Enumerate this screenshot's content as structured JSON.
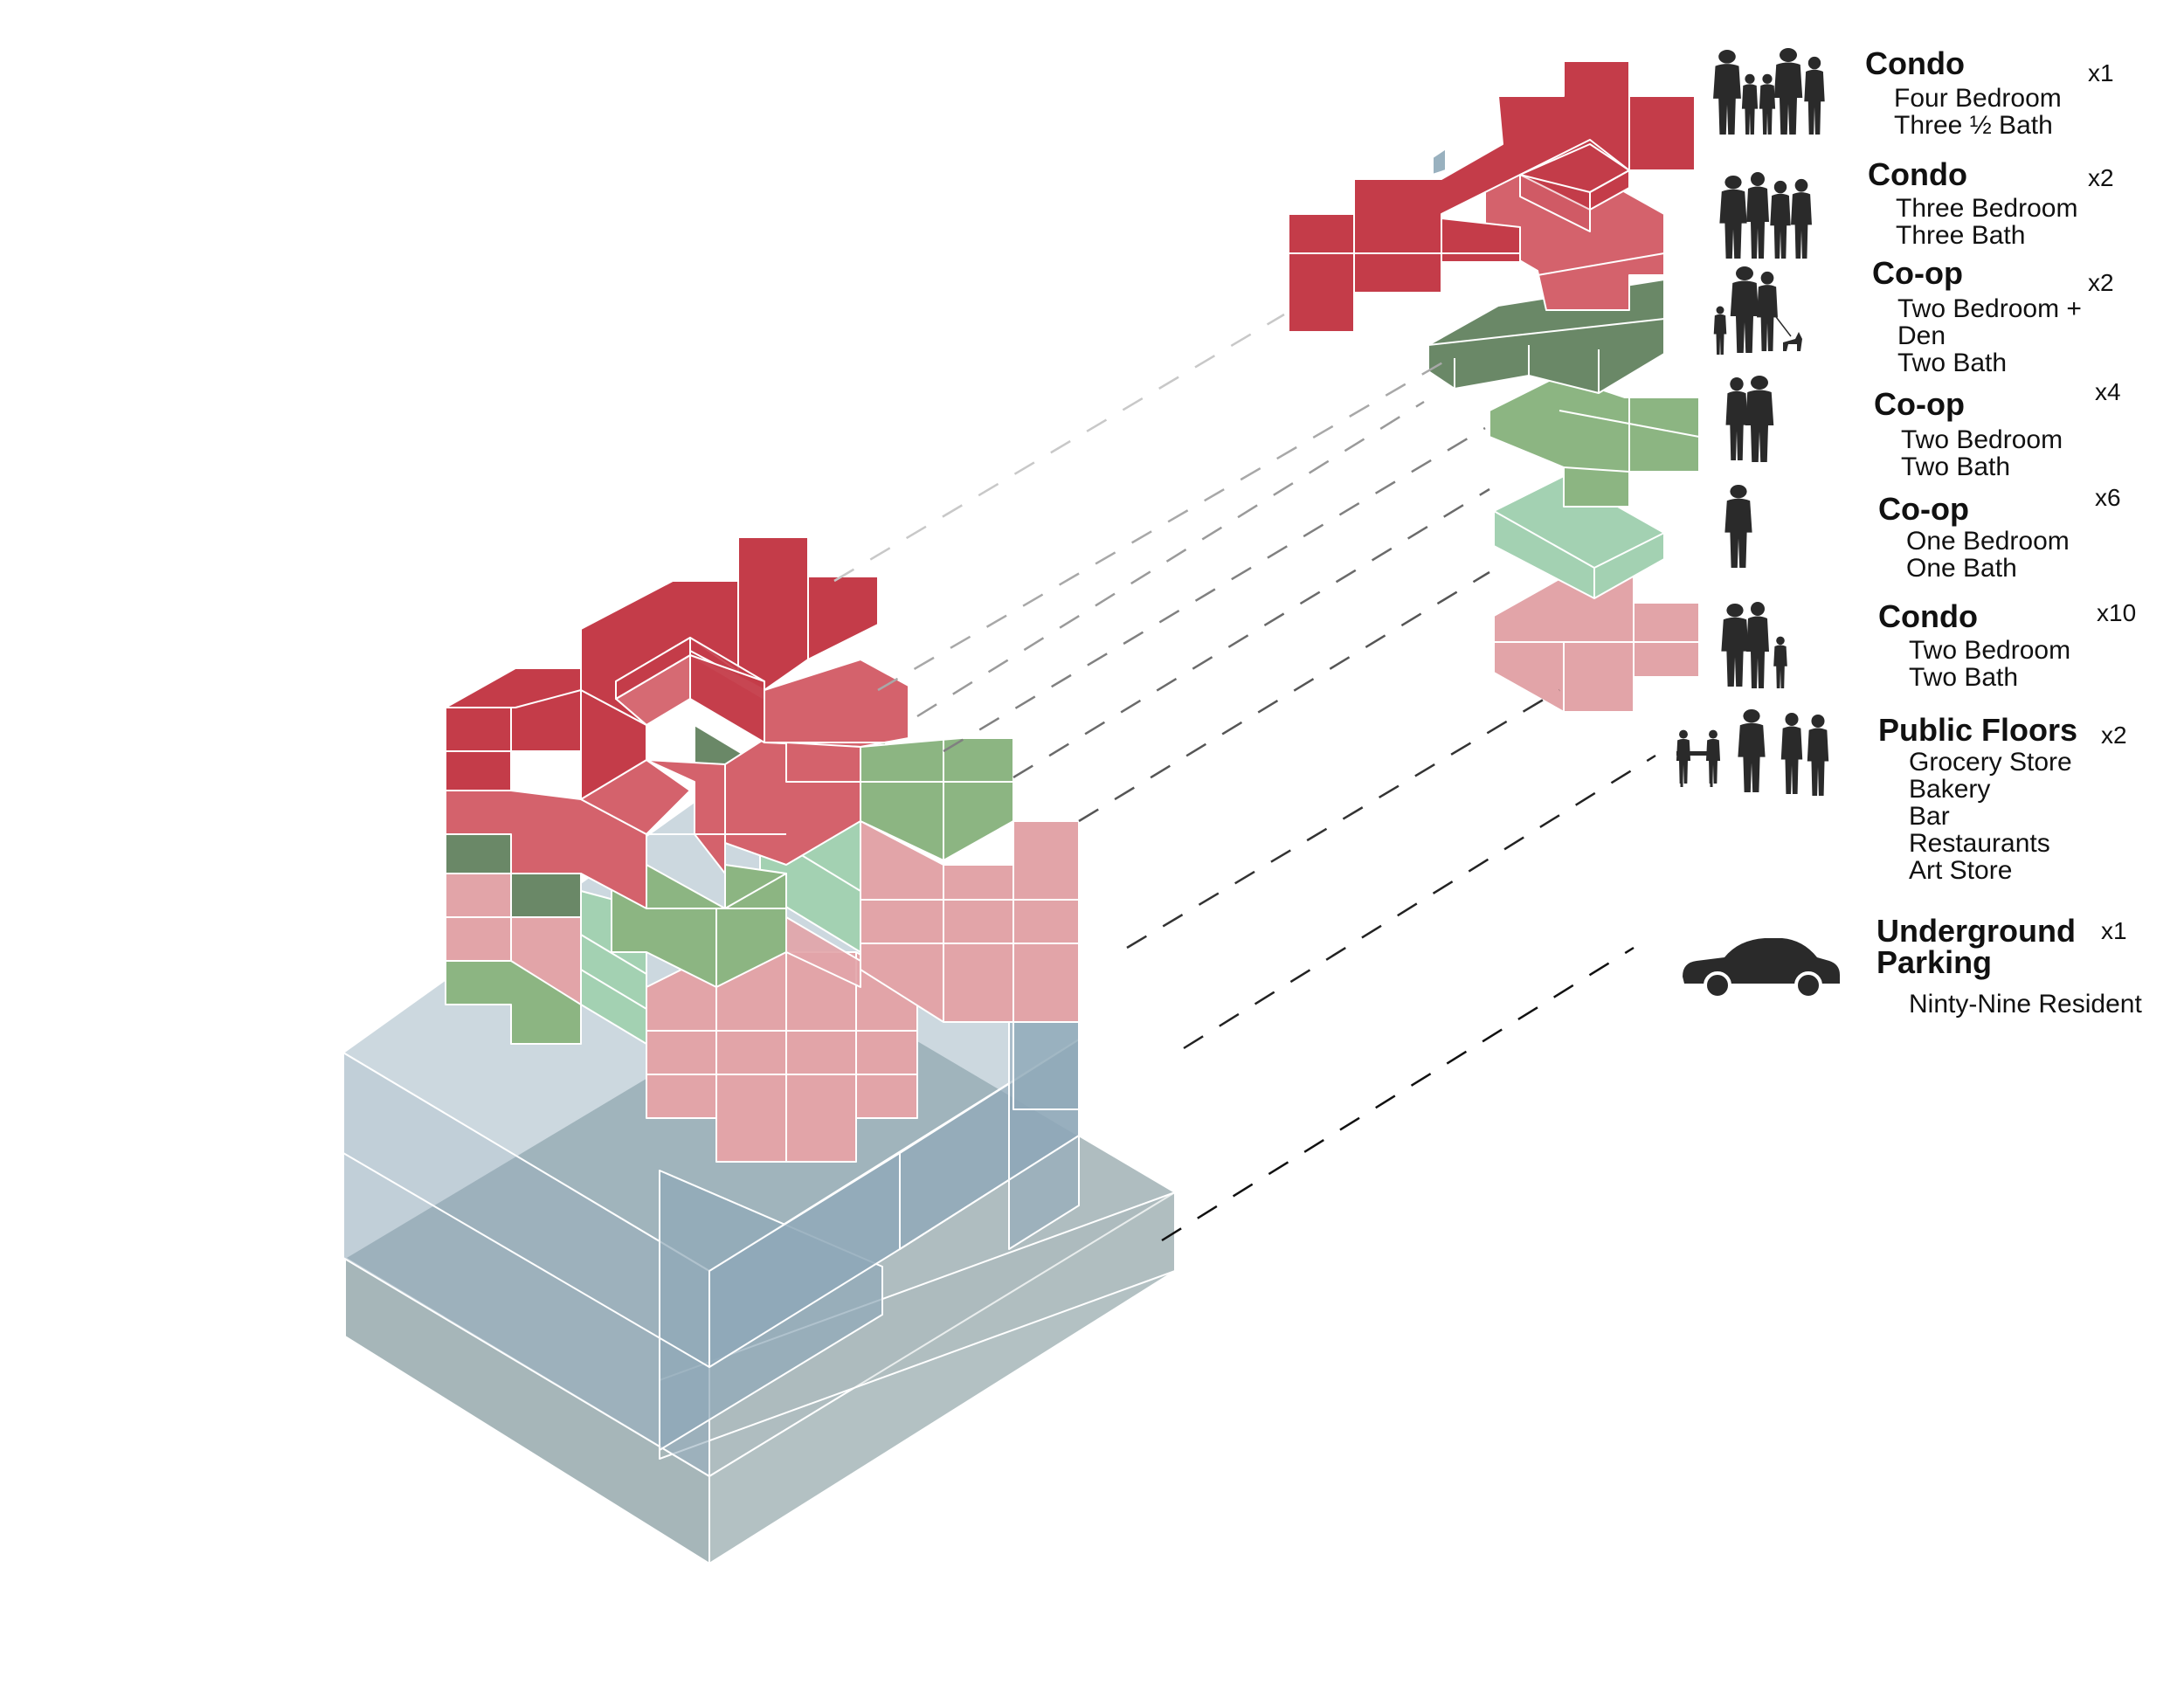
{
  "colors": {
    "condo_top": "#c43c49",
    "condo_three_bedroom": "#d4626c",
    "coop_two_bedroom_den": "#6a8867",
    "coop_two_bedroom": "#8cb582",
    "coop_one_bedroom": "#a3d1b2",
    "condo_two_bedroom": "#e2a4a8",
    "public_floors": "#8ea8b8",
    "parking": "#a6b6b9",
    "silhouette": "#2a2a2a"
  },
  "legend": [
    {
      "title": "Condo",
      "count": "x1",
      "details": [
        "Four Bedroom",
        "Three ½ Bath"
      ],
      "icon": "family-of-five-icon"
    },
    {
      "title": "Condo",
      "count": "x2",
      "details": [
        "Three Bedroom",
        "Three Bath"
      ],
      "icon": "family-of-four-icon"
    },
    {
      "title": "Co-op",
      "count": "x2",
      "details": [
        "Two Bedroom +",
        "Den",
        "Two Bath"
      ],
      "icon": "family-with-dog-icon"
    },
    {
      "title": "Co-op",
      "count": "x4",
      "details": [
        "Two Bedroom",
        "Two Bath"
      ],
      "icon": "couple-icon"
    },
    {
      "title": "Co-op",
      "count": "x6",
      "details": [
        "One Bedroom",
        "One Bath"
      ],
      "icon": "single-person-icon"
    },
    {
      "title": "Condo",
      "count": "x10",
      "details": [
        "Two Bedroom",
        "Two Bath"
      ],
      "icon": "parents-with-child-icon"
    },
    {
      "title": "Public Floors",
      "count": "x2",
      "details": [
        "Grocery Store",
        "Bakery",
        "Bar",
        "Restaurants",
        "Art Store"
      ],
      "icon": "shoppers-icon"
    },
    {
      "title": "Underground\nParking",
      "count": "x1",
      "details": [
        "Ninty-Nine Resident"
      ],
      "icon": "car-icon"
    }
  ]
}
